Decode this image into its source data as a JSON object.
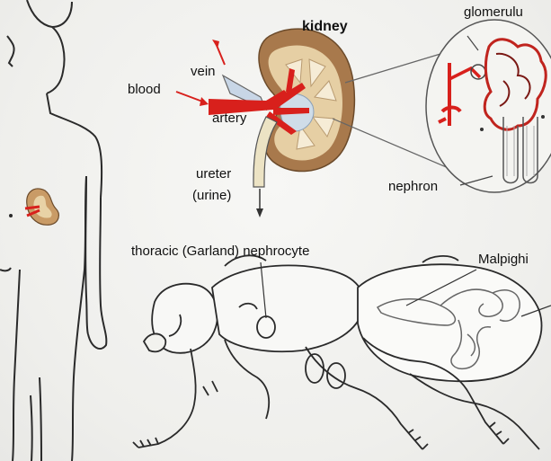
{
  "labels": {
    "kidney": "kidney",
    "vein": "vein",
    "blood": "blood",
    "artery": "artery",
    "ureter": "ureter",
    "urine": "(urine)",
    "glomerulus": "glomerulu",
    "nephron": "nephron",
    "nephrocyte": "thoracic (Garland) nephrocyte",
    "malpighian": "Malpighi"
  },
  "colors": {
    "blood_red": "#d8201c",
    "vein_blue": "#b9c9dc",
    "kidney_brown": "#b08358",
    "kidney_inner": "#e6cfa4",
    "outline": "#2a2a2a",
    "line_gray": "#777777"
  }
}
